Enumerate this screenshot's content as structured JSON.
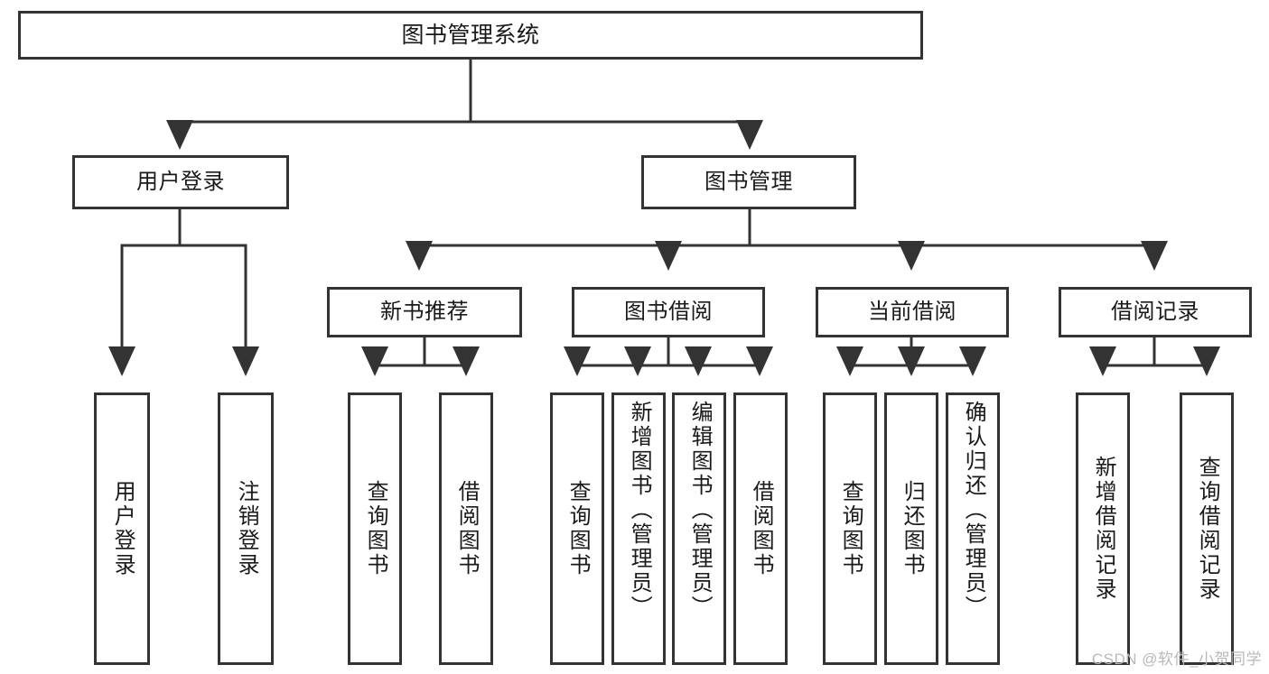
{
  "diagram": {
    "title": "图书管理系统",
    "type": "tree-hierarchy-chart",
    "watermark": "CSDN @软件_小贺同学",
    "colors": {
      "box_border": "#333333",
      "box_fill": "#ffffff",
      "edge": "#333333",
      "text": "#1a1a1a",
      "watermark": "#b9b9b9",
      "background": "#ffffff"
    },
    "nodes": {
      "root": {
        "label": "图书管理系统"
      },
      "level2": [
        {
          "id": "user-login",
          "label": "用户登录"
        },
        {
          "id": "book-manage",
          "label": "图书管理"
        }
      ],
      "level3": [
        {
          "id": "new-book-recommend",
          "label": "新书推荐"
        },
        {
          "id": "book-borrow",
          "label": "图书借阅"
        },
        {
          "id": "current-borrow",
          "label": "当前借阅"
        },
        {
          "id": "borrow-record",
          "label": "借阅记录"
        }
      ],
      "leaves": {
        "user_login": [
          {
            "id": "leaf-user-login",
            "label": "用户登录"
          },
          {
            "id": "leaf-logout-login",
            "label": "注销登录"
          }
        ],
        "new_book_recommend": [
          {
            "id": "leaf-query-book-1",
            "label": "查询图书"
          },
          {
            "id": "leaf-borrow-book-1",
            "label": "借阅图书"
          }
        ],
        "book_borrow": [
          {
            "id": "leaf-query-book-2",
            "label": "查询图书"
          },
          {
            "id": "leaf-add-book",
            "label": "新增图书（管理员）"
          },
          {
            "id": "leaf-edit-book",
            "label": "编辑图书（管理员）"
          },
          {
            "id": "leaf-borrow-book-2",
            "label": "借阅图书"
          }
        ],
        "current_borrow": [
          {
            "id": "leaf-query-book-3",
            "label": "查询图书"
          },
          {
            "id": "leaf-return-book",
            "label": "归还图书"
          },
          {
            "id": "leaf-confirm-return",
            "label": "确认归还（管理员）"
          }
        ],
        "borrow_record": [
          {
            "id": "leaf-add-record",
            "label": "新增借阅记录"
          },
          {
            "id": "leaf-query-record",
            "label": "查询借阅记录"
          }
        ]
      }
    }
  }
}
